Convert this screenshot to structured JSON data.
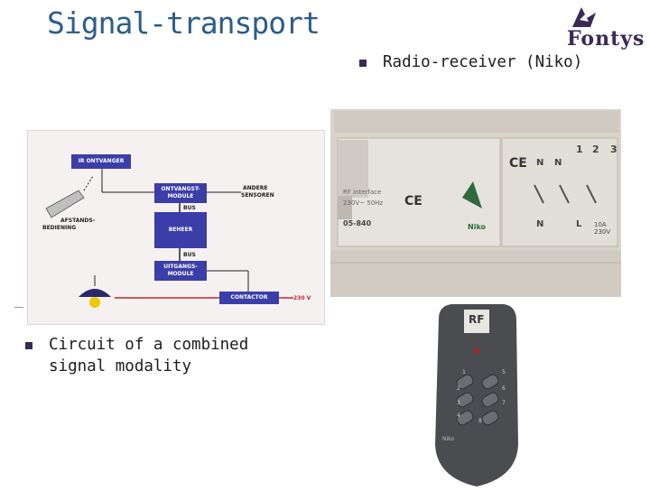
{
  "slide": {
    "title": "Signal-transport",
    "logo_text": "Fontys",
    "bullet_left_line1": "Circuit of a combined",
    "bullet_left_line2": "signal modality",
    "bullet_right": "Radio-receiver (Niko)"
  },
  "diagram": {
    "ir_ontvanger": "IR ONTVANGER",
    "ontvangst_module_1": "ONTVANGST-",
    "ontvangst_module_2": "MODULE",
    "andere_sensoren_1": "ANDERE",
    "andere_sensoren_2": "SENSOREN",
    "bus_top": "BUS",
    "beheer": "BEHEER",
    "bus_bottom": "BUS",
    "uitgangs_module_1": "UITGANGS-",
    "uitgangs_module_2": "MODULE",
    "afstands_1": "AFSTANDS-",
    "afstands_2": "BEDIENING",
    "contactor": "CONTACTOR",
    "voltage": "230 V"
  },
  "device": {
    "ce_mark": "CE",
    "model": "05-840",
    "brand": "Niko",
    "rating": "10A 230V",
    "terminals": [
      "1",
      "2",
      "3"
    ],
    "rf_info_1": "RF interface",
    "rf_info_2": "230V~ 50Hz",
    "ce_mark_2": "CE",
    "n_label": "N",
    "n_label_2": "N",
    "n_label_3": "N",
    "l_label": "L"
  },
  "remote": {
    "rf_badge": "RF",
    "brand": "Niko",
    "keys": [
      "1",
      "2",
      "3",
      "4",
      "5",
      "6",
      "7",
      "8"
    ]
  }
}
